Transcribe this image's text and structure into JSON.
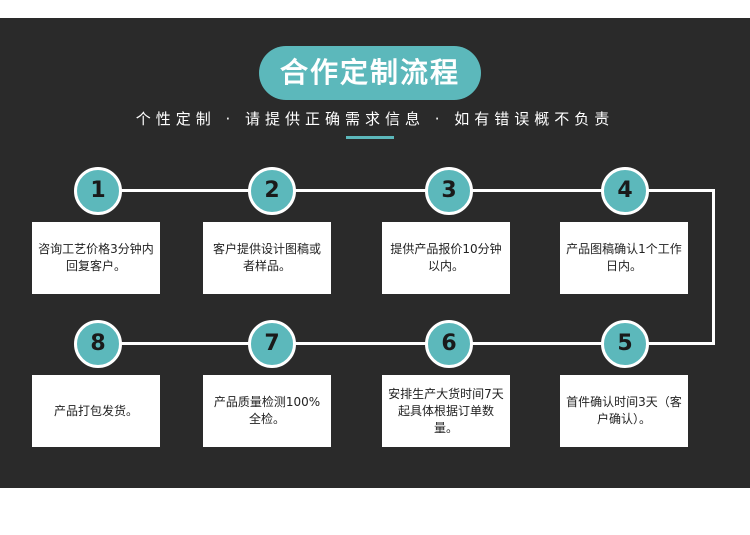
{
  "header": {
    "title": "合作定制流程",
    "subtitle": "个性定制 · 请提供正确需求信息 · 如有错误概不负责"
  },
  "colors": {
    "background": "#2a2a2a",
    "accent": "#5cb8bb",
    "line": "#ffffff"
  },
  "steps": [
    {
      "number": "1",
      "text": "咨询工艺价格3分钟内回复客户。"
    },
    {
      "number": "2",
      "text": "客户提供设计图稿或者样品。"
    },
    {
      "number": "3",
      "text": "提供产品报价10分钟以内。"
    },
    {
      "number": "4",
      "text": "产品图稿确认1个工作日内。"
    },
    {
      "number": "5",
      "text": "首件确认时间3天（客户确认）。"
    },
    {
      "number": "6",
      "text": "安排生产大货时间7天起具体根据订单数量。"
    },
    {
      "number": "7",
      "text": "产品质量检测100%全检。"
    },
    {
      "number": "8",
      "text": "产品打包发货。"
    }
  ]
}
